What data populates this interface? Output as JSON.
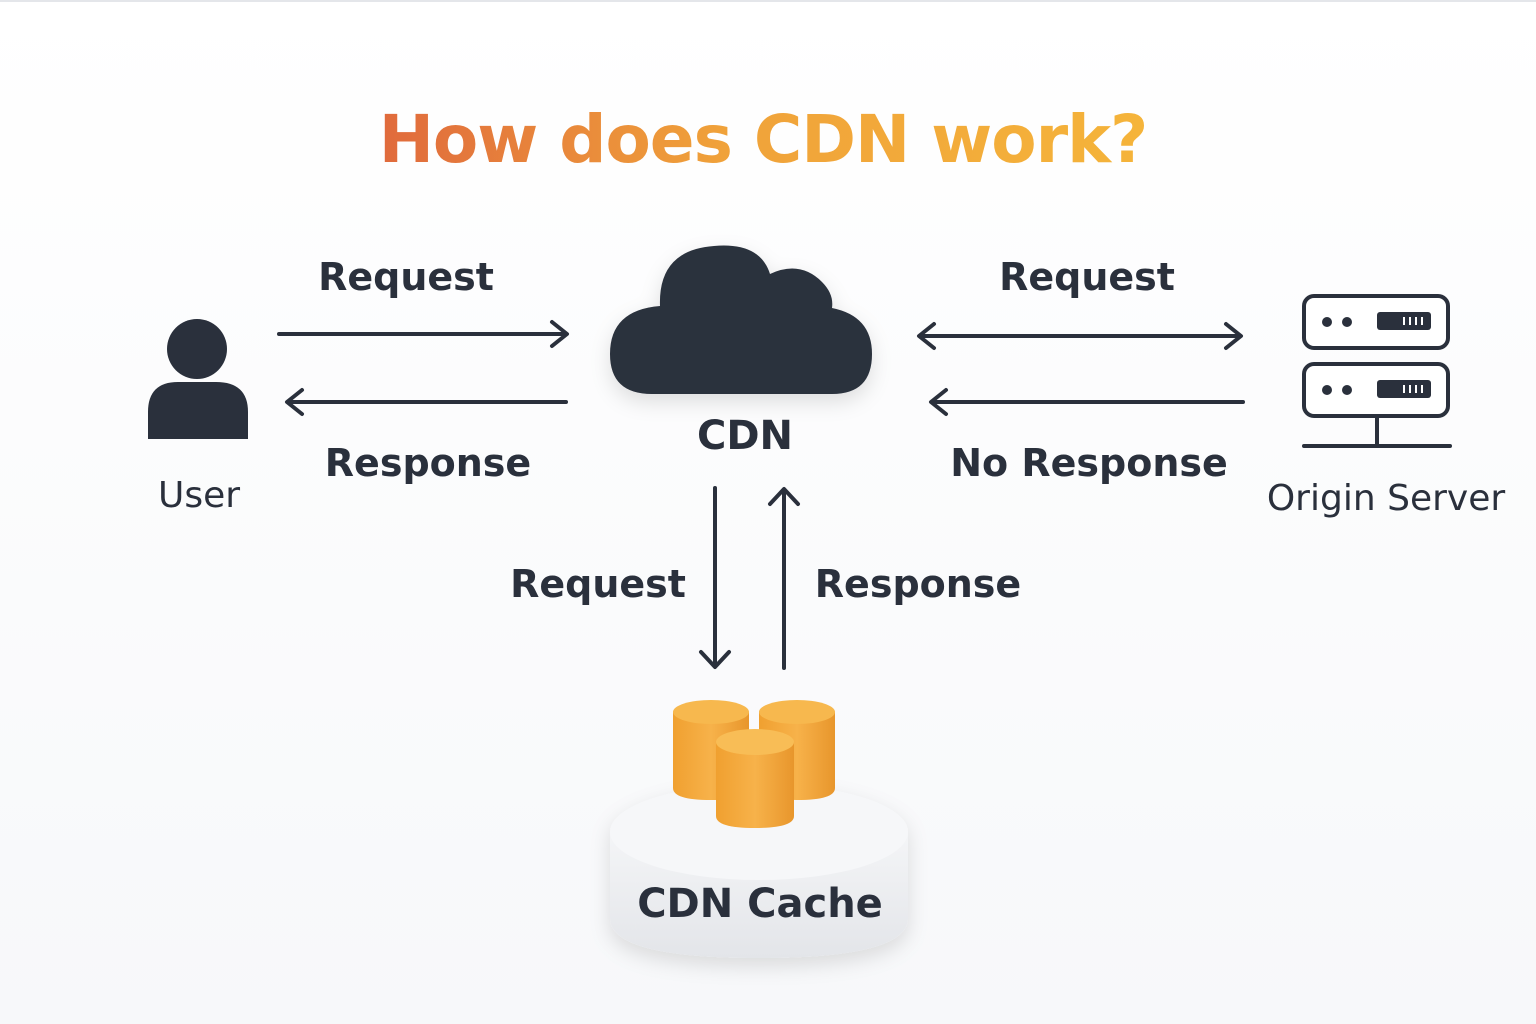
{
  "title": "How does CDN work?",
  "title_colors": {
    "start": "#e06a3c",
    "end": "#f5b43a"
  },
  "colors": {
    "ink": "#2a303c",
    "cache_orange": "#f5a535",
    "cache_orange_dark": "#e8922a",
    "platform": "#eeeff2"
  },
  "nodes": {
    "user": {
      "label": "User",
      "icon": "user-icon"
    },
    "cdn": {
      "label": "CDN",
      "icon": "cloud-icon"
    },
    "origin": {
      "label": "Origin Server",
      "icon": "server-icon"
    },
    "cache": {
      "label": "CDN Cache",
      "icon": "database-icon"
    }
  },
  "edges": {
    "user_to_cdn": {
      "label": "Request"
    },
    "cdn_to_user": {
      "label": "Response"
    },
    "cdn_origin": {
      "label": "Request"
    },
    "origin_to_cdn": {
      "label": "No Response"
    },
    "cdn_to_cache": {
      "label": "Request"
    },
    "cache_to_cdn": {
      "label": "Response"
    }
  }
}
